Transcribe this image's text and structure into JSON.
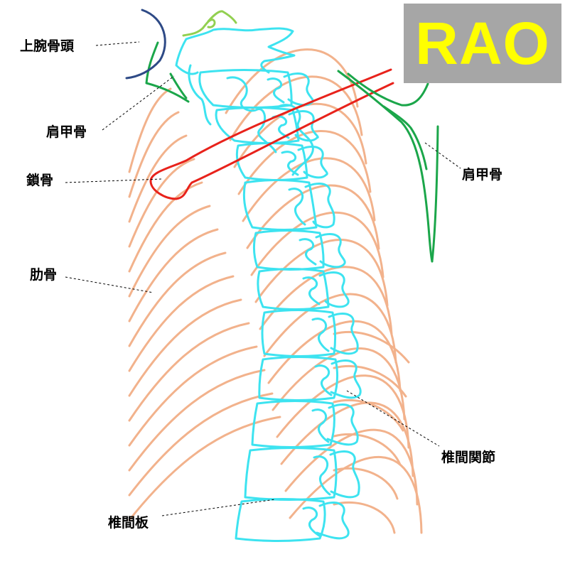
{
  "badge": {
    "text": "RAO",
    "background": "#A6A6A6",
    "color": "#FFFF00"
  },
  "labels": {
    "humeral_head": "上腕骨頭",
    "scapula_left": "肩甲骨",
    "clavicle": "鎖骨",
    "ribs": "肋骨",
    "scapula_right": "肩甲骨",
    "facet_joint": "椎間関節",
    "disc": "椎間板"
  },
  "colors": {
    "vertebra": "#3DE3F0",
    "rib": "#F2B28C",
    "clavicle": "#E8221B",
    "scapula": "#1BA64A",
    "humerus": "#2E4A86",
    "accent": "#92D050"
  }
}
